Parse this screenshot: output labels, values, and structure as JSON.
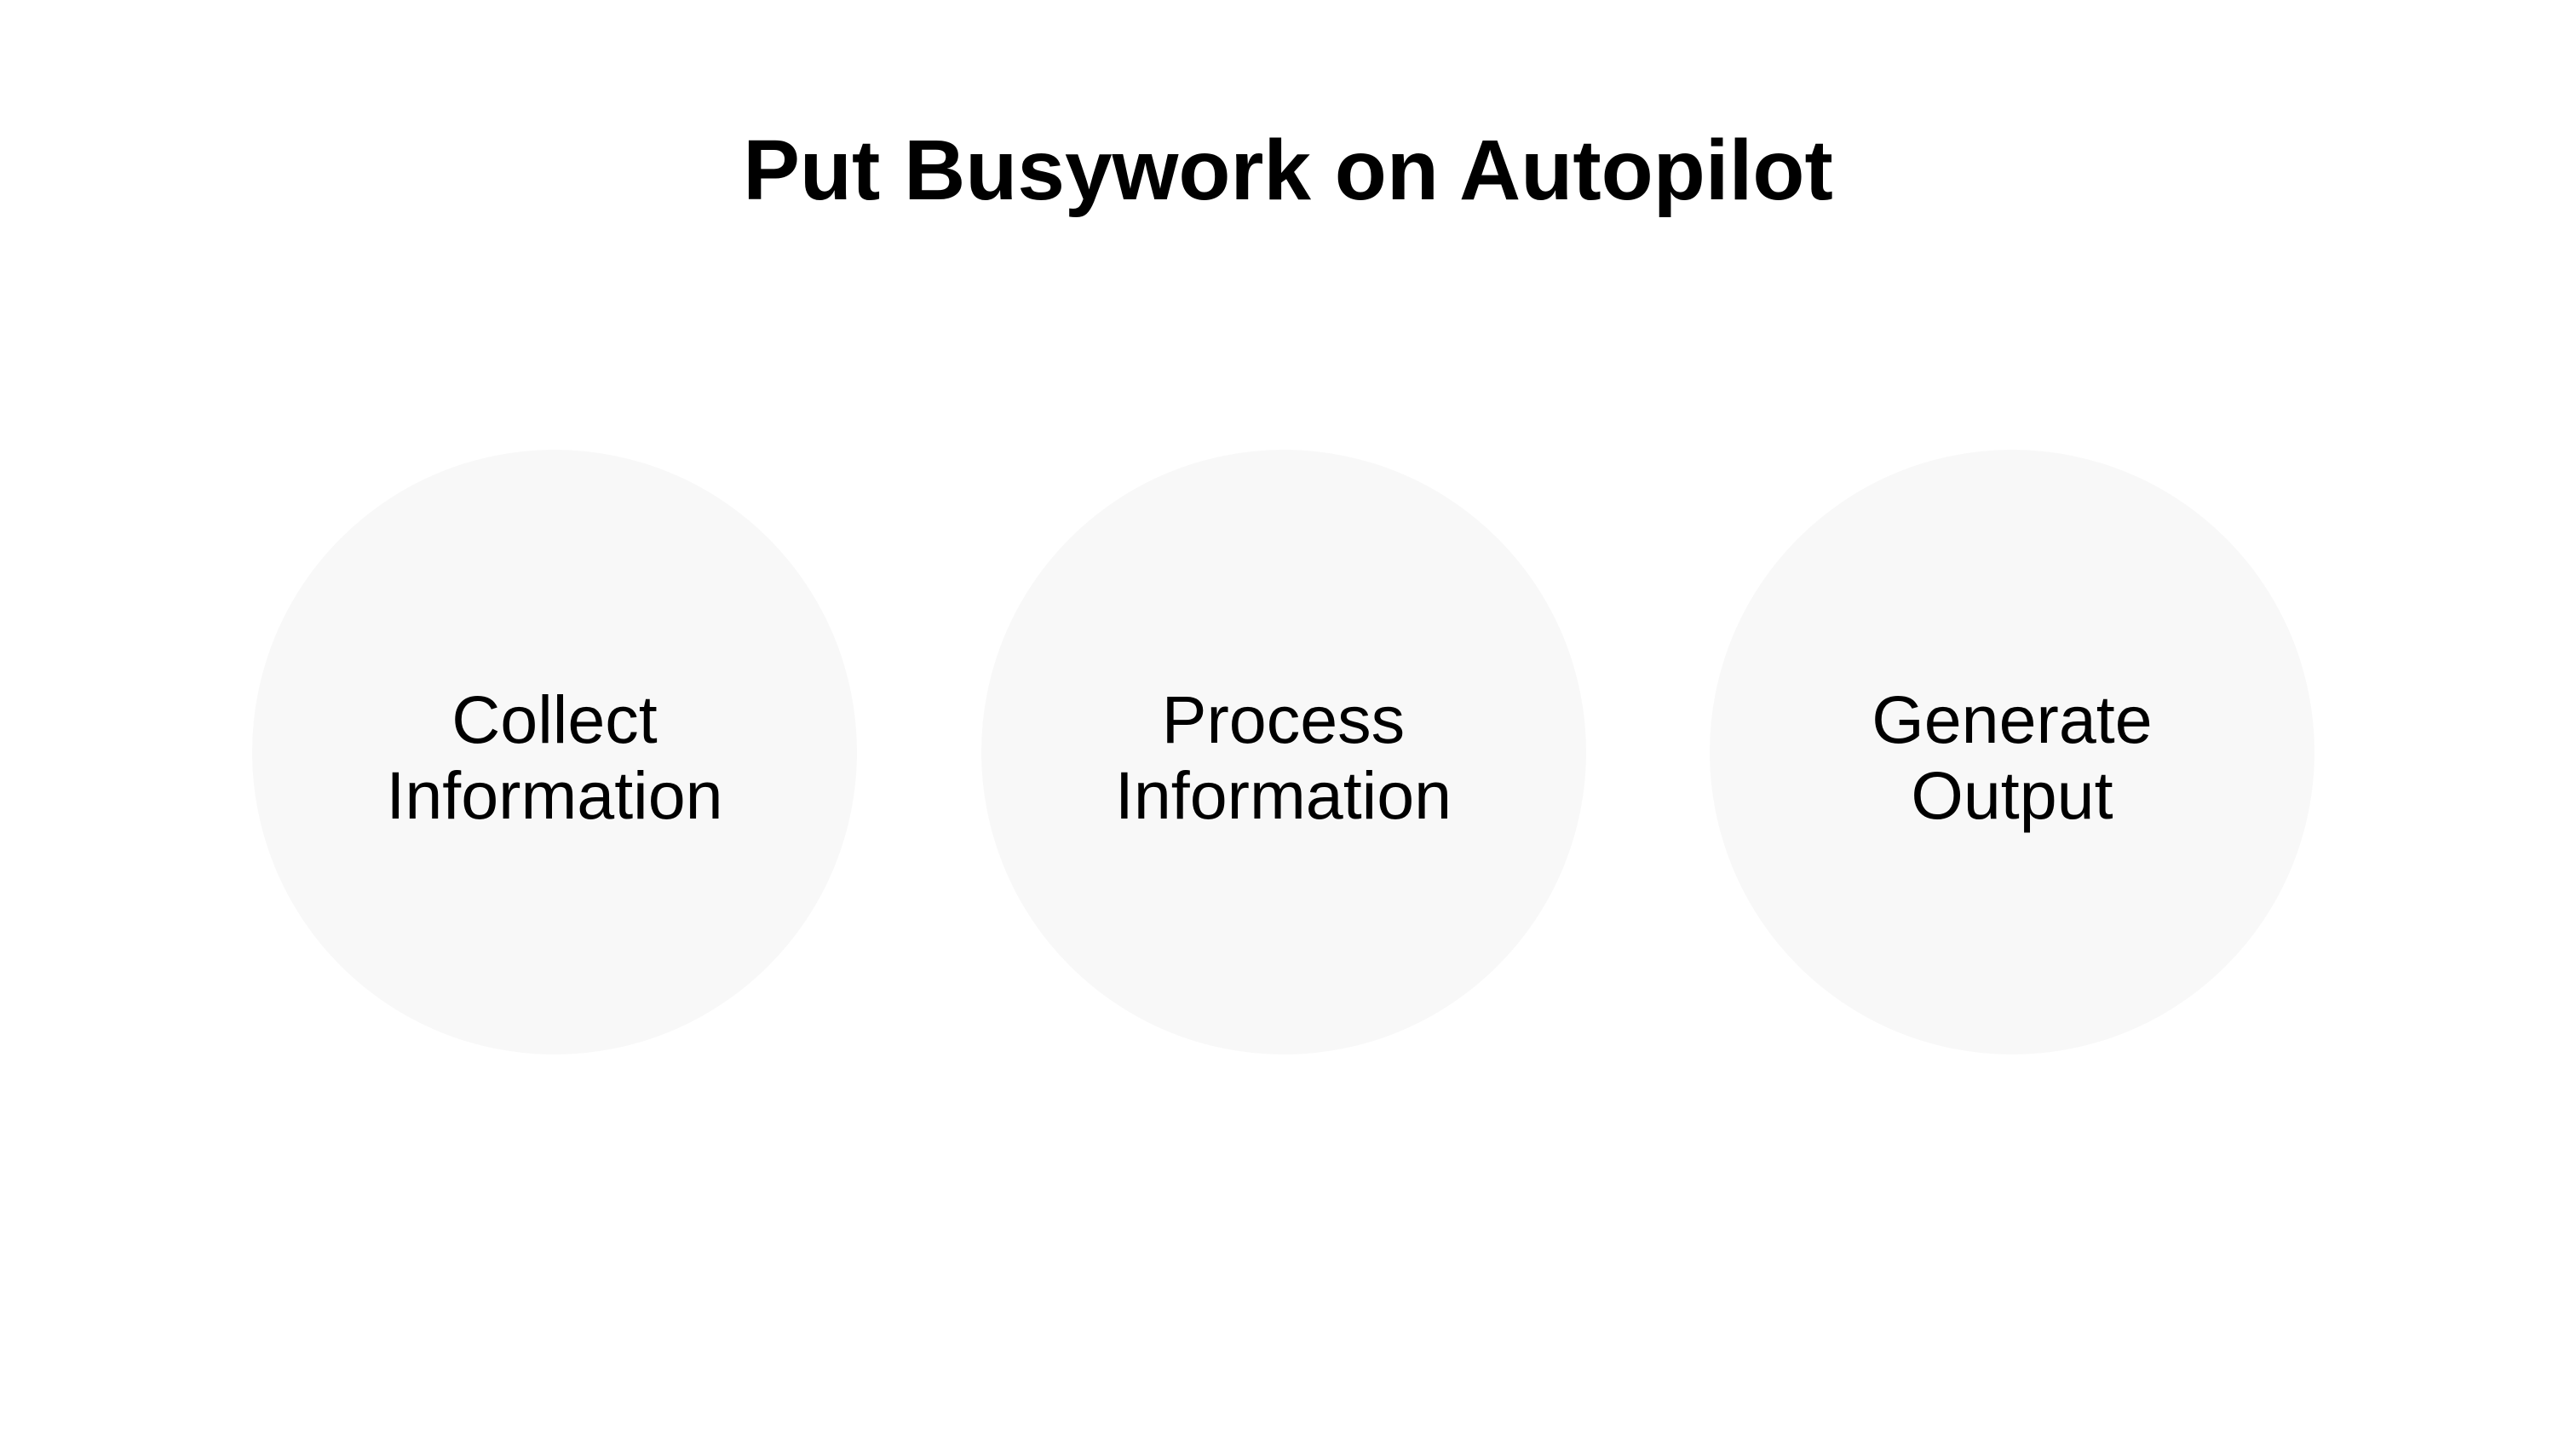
{
  "slide": {
    "title": "Put Busywork on Autopilot"
  },
  "diagram": {
    "steps": [
      {
        "id": "collect-information",
        "lines": [
          "Collect",
          "Information"
        ]
      },
      {
        "id": "process-information",
        "lines": [
          "Process",
          "Information"
        ]
      },
      {
        "id": "generate-output",
        "lines": [
          "Generate",
          "Output"
        ]
      }
    ]
  },
  "colors": {
    "background": "#FFFFFF",
    "circle_fill": "#F8F8F8",
    "title_text": "#000000",
    "label_text": "#000000"
  }
}
